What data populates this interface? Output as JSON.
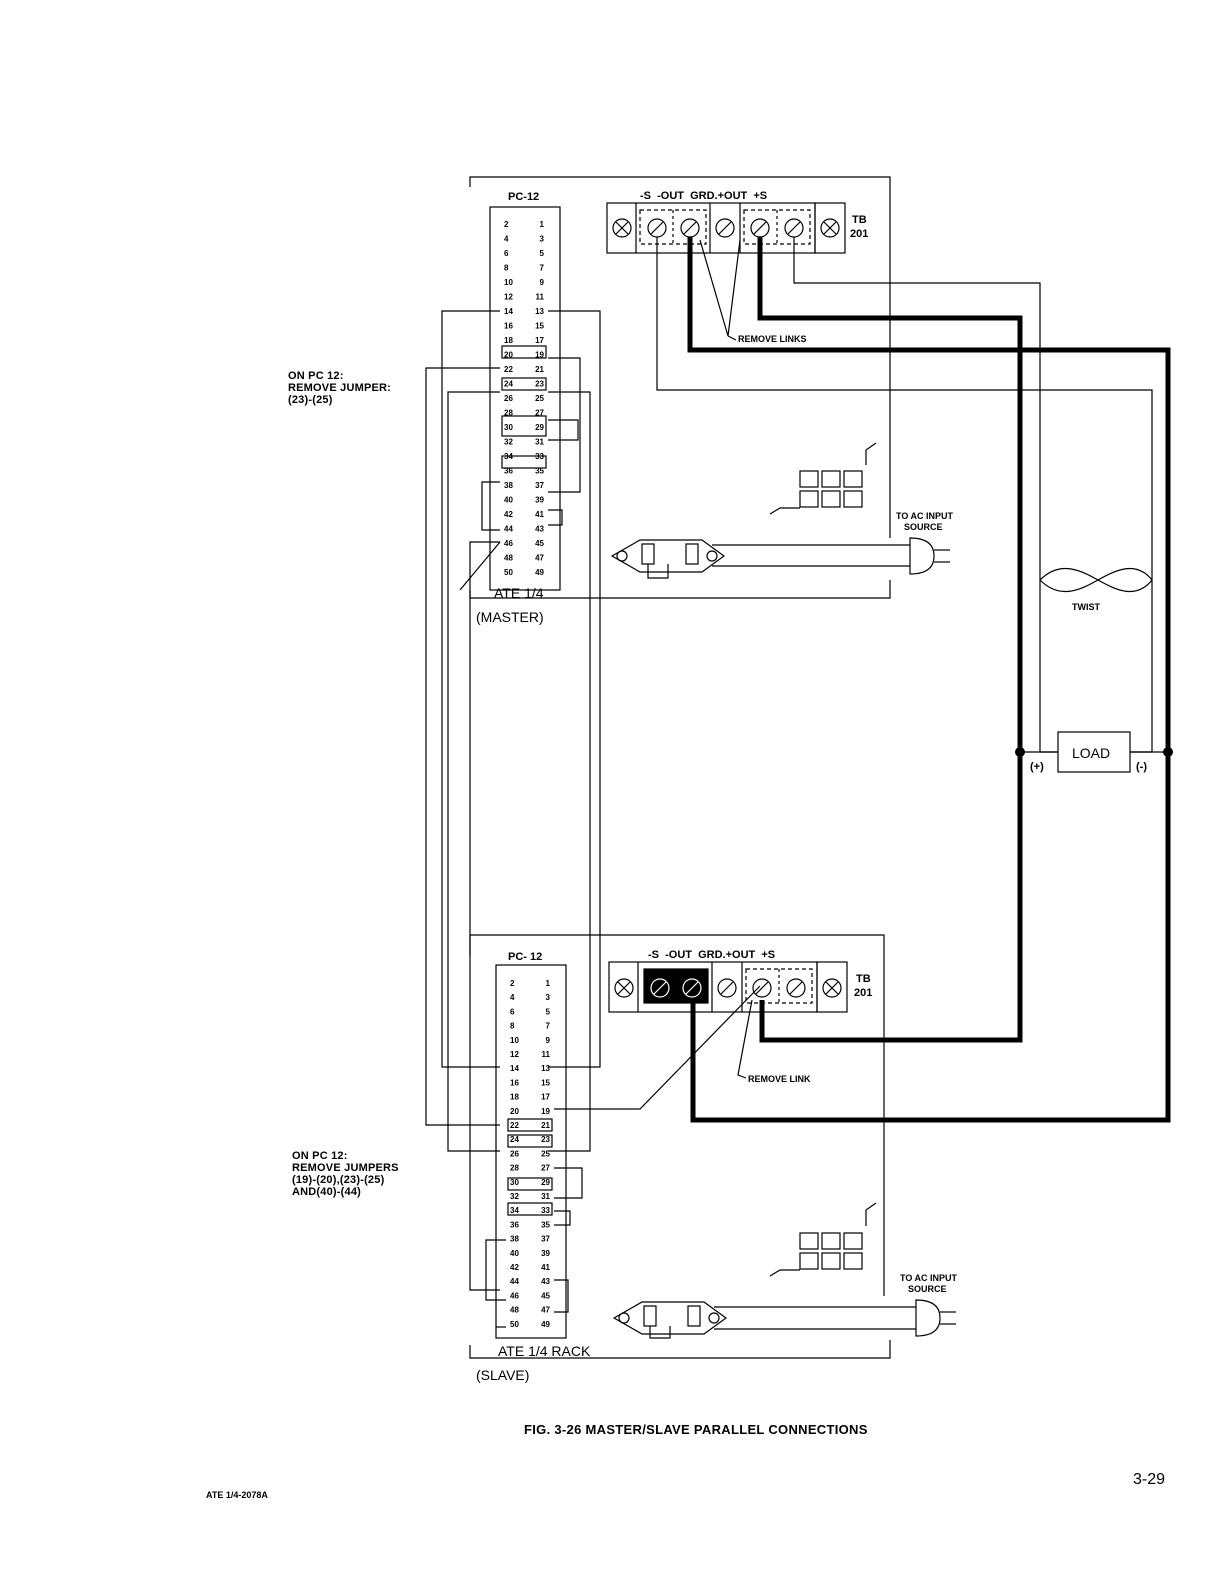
{
  "notes": {
    "master_pc12_line1": "ON PC 12:",
    "master_pc12_line2": "REMOVE JUMPER:",
    "master_pc12_line3": "(23)-(25)",
    "slave_pc12_line1": "ON PC 12:",
    "slave_pc12_line2": "REMOVE JUMPERS",
    "slave_pc12_line3": "(19)-(20),(23)-(25)",
    "slave_pc12_line4": "AND(40)-(44)"
  },
  "master": {
    "board_label": "PC-12",
    "unit_label": "ATE 1/4",
    "role_label": "(MASTER)",
    "terminal_header": "-S  -OUT  GRD.+OUT  +S",
    "tb_label_1": "TB",
    "tb_label_2": "201",
    "remove_links": "REMOVE LINKS",
    "ac_input_1": "TO AC INPUT",
    "ac_input_2": "SOURCE"
  },
  "slave": {
    "board_label": "PC- 12",
    "unit_label": "ATE 1/4 RACK",
    "role_label": "(SLAVE)",
    "terminal_header": "-S  -OUT  GRD.+OUT  +S",
    "tb_label_1": "TB",
    "tb_label_2": "201",
    "remove_link": "REMOVE LINK",
    "ac_input_1": "TO AC INPUT",
    "ac_input_2": "SOURCE"
  },
  "twist_label": "TWIST",
  "load": {
    "label": "LOAD",
    "plus": "(+)",
    "minus": "(-)"
  },
  "pin_rows": [
    [
      "2",
      "1"
    ],
    [
      "4",
      "3"
    ],
    [
      "6",
      "5"
    ],
    [
      "8",
      "7"
    ],
    [
      "10",
      "9"
    ],
    [
      "12",
      "11"
    ],
    [
      "14",
      "13"
    ],
    [
      "16",
      "15"
    ],
    [
      "18",
      "17"
    ],
    [
      "20",
      "19"
    ],
    [
      "22",
      "21"
    ],
    [
      "24",
      "23"
    ],
    [
      "26",
      "25"
    ],
    [
      "28",
      "27"
    ],
    [
      "30",
      "29"
    ],
    [
      "32",
      "31"
    ],
    [
      "34",
      "33"
    ],
    [
      "36",
      "35"
    ],
    [
      "38",
      "37"
    ],
    [
      "40",
      "39"
    ],
    [
      "42",
      "41"
    ],
    [
      "44",
      "43"
    ],
    [
      "46",
      "45"
    ],
    [
      "48",
      "47"
    ],
    [
      "50",
      "49"
    ]
  ],
  "caption": "FIG. 3-26 MASTER/SLAVE PARALLEL CONNECTIONS",
  "footer_id": "ATE 1/4-2078A",
  "page_number": "3-29"
}
